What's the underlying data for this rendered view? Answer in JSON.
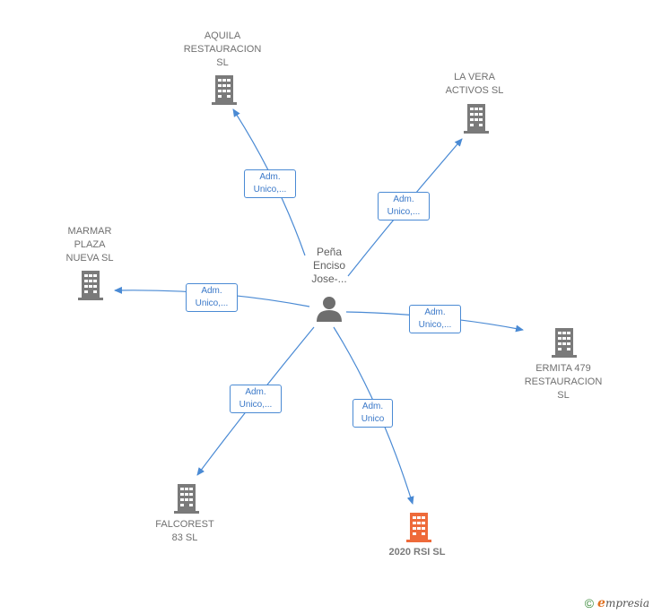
{
  "center": {
    "name": "Peña\nEnciso\nJose-..."
  },
  "companies": [
    {
      "id": "aquila",
      "label": "AQUILA\nRESTAURACION\nSL",
      "highlight": false
    },
    {
      "id": "lavera",
      "label": "LA VERA\nACTIVOS  SL",
      "highlight": false
    },
    {
      "id": "marmar",
      "label": "MARMAR\nPLAZA\nNUEVA  SL",
      "highlight": false
    },
    {
      "id": "ermita",
      "label": "ERMITA 479\nRESTAURACION\nSL",
      "highlight": false
    },
    {
      "id": "falcorest",
      "label": "FALCOREST\n83  SL",
      "highlight": false
    },
    {
      "id": "rsi",
      "label": "2020 RSI  SL",
      "highlight": true
    }
  ],
  "relations": [
    {
      "target": "aquila",
      "label": "Adm.\nUnico,..."
    },
    {
      "target": "lavera",
      "label": "Adm.\nUnico,..."
    },
    {
      "target": "marmar",
      "label": "Adm.\nUnico,..."
    },
    {
      "target": "ermita",
      "label": "Adm.\nUnico,..."
    },
    {
      "target": "falcorest",
      "label": "Adm.\nUnico,..."
    },
    {
      "target": "rsi",
      "label": "Adm.\nUnico"
    }
  ],
  "colors": {
    "edge": "#4a8ad4",
    "building": "#7a7a7a",
    "building_highlight": "#ee6a3a",
    "person": "#6e6e6e"
  },
  "footer": {
    "copyright": "©",
    "brand_initial": "e",
    "brand_rest": "mpresia"
  }
}
